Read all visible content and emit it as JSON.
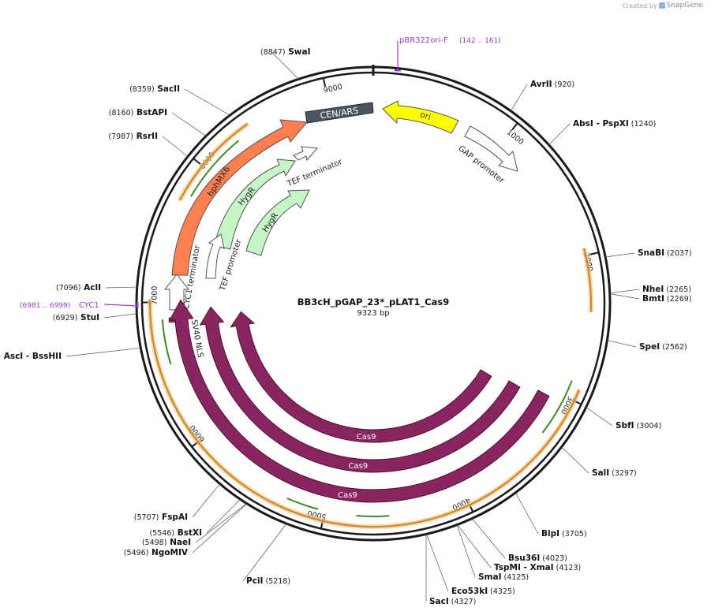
{
  "watermark": {
    "text": "Created by",
    "brand": "SnapGene"
  },
  "plasmid": {
    "name": "BB3cH_pGAP_23*_pLAT1_Cas9",
    "length_label": "9323 bp",
    "length": 9323
  },
  "ticks": [
    {
      "pos": 1000,
      "label": "1000"
    },
    {
      "pos": 2000,
      "label": "2000"
    },
    {
      "pos": 3000,
      "label": "3000"
    },
    {
      "pos": 4000,
      "label": "4000"
    },
    {
      "pos": 5000,
      "label": "5000"
    },
    {
      "pos": 6000,
      "label": "6000"
    },
    {
      "pos": 7000,
      "label": "7000"
    },
    {
      "pos": 8000,
      "label": "8000"
    },
    {
      "pos": 9000,
      "label": "9000"
    }
  ],
  "sites": [
    {
      "pos": 8847,
      "name": "SwaI",
      "num": "(8847)"
    },
    {
      "pos": 920,
      "name": "AvrII",
      "num": "(920)"
    },
    {
      "pos": 1240,
      "name": "AbsI",
      "extra": "- PspXI",
      "num": "(1240)"
    },
    {
      "pos": 8359,
      "name": "SacII",
      "num": "(8359)"
    },
    {
      "pos": 8160,
      "name": "BstAPI",
      "num": "(8160)"
    },
    {
      "pos": 7987,
      "name": "RsrII",
      "num": "(7987)"
    },
    {
      "pos": 2037,
      "name": "SnaBI",
      "num": "(2037)"
    },
    {
      "pos": 2265,
      "name": "NheI",
      "num": "(2265)"
    },
    {
      "pos": 2269,
      "name": "BmtI",
      "num": "(2269)"
    },
    {
      "pos": 7096,
      "name": "AclI",
      "num": "(7096)"
    },
    {
      "pos": 6929,
      "name": "StuI",
      "num": "(6929)"
    },
    {
      "pos": 2562,
      "name": "SpeI",
      "num": "(2562)"
    },
    {
      "pos": 6712,
      "name": "AscI",
      "extra": "- BssHII",
      "num": "(6712)"
    },
    {
      "pos": 3004,
      "name": "SbfI",
      "num": "(3004)"
    },
    {
      "pos": 3297,
      "name": "SalI",
      "num": "(3297)"
    },
    {
      "pos": 5707,
      "name": "FspAI",
      "num": "(5707)"
    },
    {
      "pos": 3705,
      "name": "BlpI",
      "num": "(3705)"
    },
    {
      "pos": 5546,
      "name": "BstXI",
      "num": "(5546)"
    },
    {
      "pos": 5498,
      "name": "NaeI",
      "num": "(5498)"
    },
    {
      "pos": 5496,
      "name": "NgoMIV",
      "num": "(5496)"
    },
    {
      "pos": 4023,
      "name": "Bsu36I",
      "num": "(4023)"
    },
    {
      "pos": 4123,
      "name": "TspMI",
      "extra": "- XmaI",
      "num": "(4123)"
    },
    {
      "pos": 4125,
      "name": "SmaI",
      "num": "(4125)"
    },
    {
      "pos": 5218,
      "name": "PciI",
      "num": "(5218)"
    },
    {
      "pos": 4325,
      "name": "Eco53kI",
      "num": "(4325)"
    },
    {
      "pos": 4327,
      "name": "SacI",
      "num": "(4327)"
    }
  ],
  "primers": [
    {
      "name": "pBR322ori-F",
      "range": "(142 .. 161)",
      "start": 142
    },
    {
      "name": "CYC1",
      "range": "(6981 .. 6999)",
      "start": 6981
    }
  ],
  "features": [
    {
      "label": "CEN/ARS",
      "color": "#4a5560"
    },
    {
      "label": "ori",
      "color": "#ffff00"
    },
    {
      "label": "GAP promoter",
      "color": "#ffffff"
    },
    {
      "label": "TEF terminator",
      "color": "#ffffff"
    },
    {
      "label": "hphMX6",
      "color": "#ff7f50"
    },
    {
      "label": "HygR",
      "color": "#c6f5c6"
    },
    {
      "label": "HygR",
      "color": "#c6f5c6"
    },
    {
      "label": "TEF promoter",
      "color": "#ffffff"
    },
    {
      "label": "CYC1 terminator",
      "color": "#ffffff"
    },
    {
      "label": "SV40 NLS",
      "color": "#8b2560"
    },
    {
      "label": "Cas9",
      "color": "#8b2560"
    },
    {
      "label": "Cas9",
      "color": "#8b2560"
    },
    {
      "label": "Cas9",
      "color": "#8b2560"
    }
  ],
  "colors": {
    "backbone": "#1a1a1a",
    "cas9": "#8b2560",
    "orange_highlight": "#f2c27a",
    "orange_arrow": "#c8862a",
    "green_arrow": "#3c8c1e",
    "primer": "#a03cc8"
  }
}
